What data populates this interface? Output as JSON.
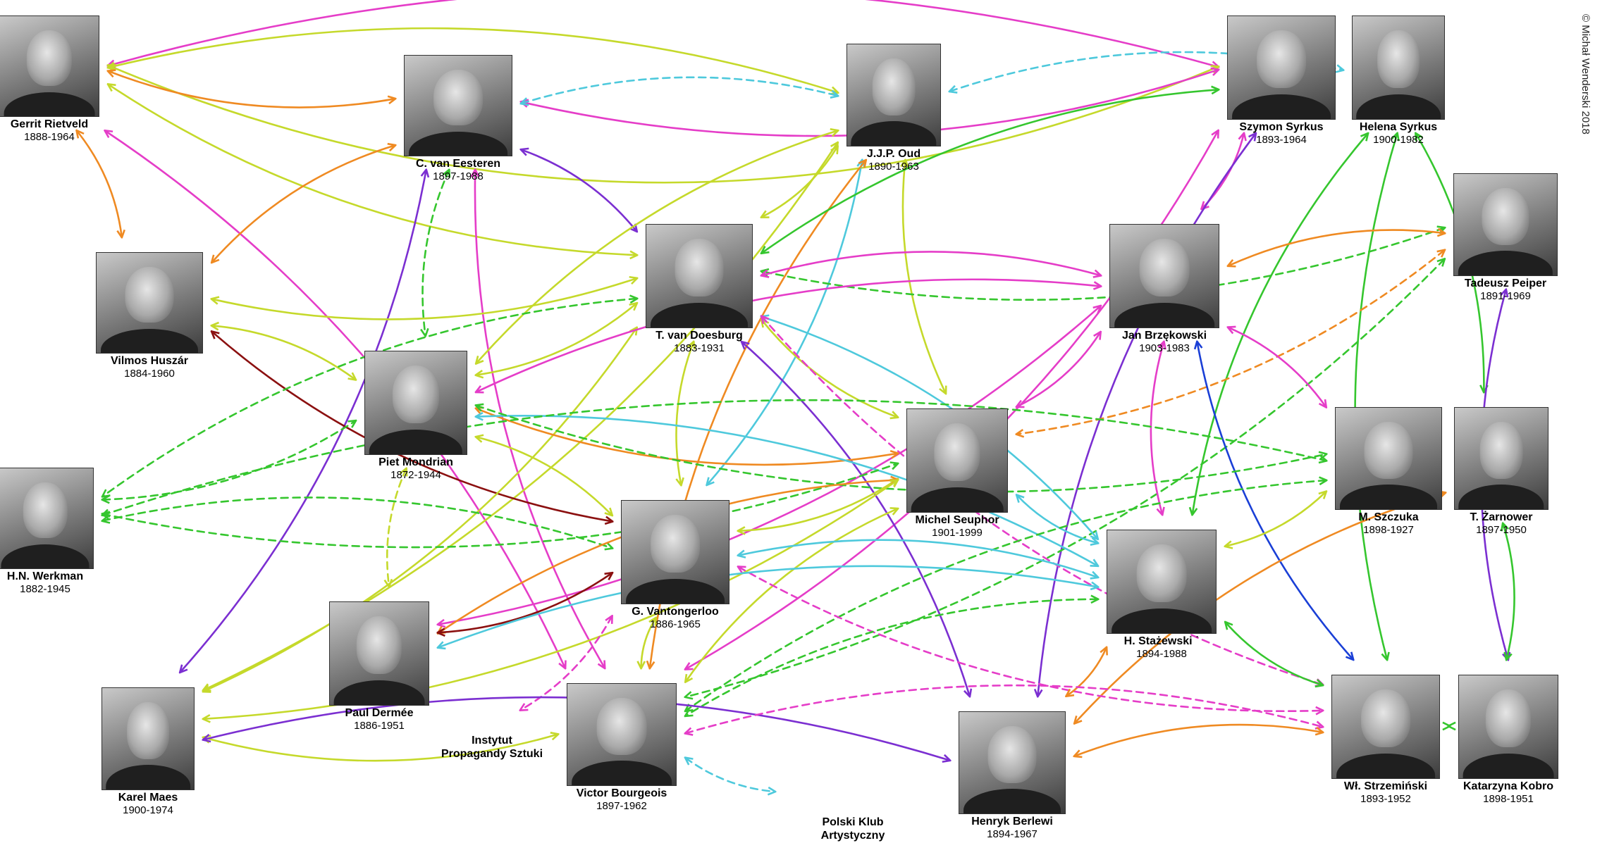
{
  "credit": "© Michał Wenderski 2018",
  "colors": {
    "magenta": "#e53dc8",
    "lime": "#c5d92b",
    "orange": "#ef8a22",
    "cyan": "#4ec9dc",
    "purple": "#7b2fd1",
    "green": "#35c62e",
    "darkred": "#8b1010",
    "blue": "#1a3fd6"
  },
  "people": [
    {
      "id": "rietveld",
      "name": "Gerrit Rietveld",
      "years": "1888-1964"
    },
    {
      "id": "eesteren",
      "name": "C. van Eesteren",
      "years": "1897-1988"
    },
    {
      "id": "oud",
      "name": "J.J.P. Oud",
      "years": "1890-1963"
    },
    {
      "id": "szymon",
      "name": "Szymon Syrkus",
      "years": "1893-1964"
    },
    {
      "id": "helena",
      "name": "Helena Syrkus",
      "years": "1900-1982"
    },
    {
      "id": "peiper",
      "name": "Tadeusz Peiper",
      "years": "1891-1969"
    },
    {
      "id": "huszar",
      "name": "Vilmos Huszár",
      "years": "1884-1960"
    },
    {
      "id": "doesburg",
      "name": "T. van Doesburg",
      "years": "1883-1931"
    },
    {
      "id": "brzekowski",
      "name": "Jan Brzękowski",
      "years": "1903-1983"
    },
    {
      "id": "mondrian",
      "name": "Piet Mondrian",
      "years": "1872-1944"
    },
    {
      "id": "werkman",
      "name": "H.N. Werkman",
      "years": "1882-1945"
    },
    {
      "id": "seuphor",
      "name": "Michel Seuphor",
      "years": "1901-1999"
    },
    {
      "id": "szczuka",
      "name": "M. Szczuka",
      "years": "1898-1927"
    },
    {
      "id": "zarnower",
      "name": "T. Żarnower",
      "years": "1897-1950"
    },
    {
      "id": "vantongerloo",
      "name": "G. Vantongerloo",
      "years": "1886-1965"
    },
    {
      "id": "stazewski",
      "name": "H. Stażewski ˙",
      "years": "1894-1988"
    },
    {
      "id": "dermee",
      "name": "Paul Dermée",
      "years": "1886-1951"
    },
    {
      "id": "maes",
      "name": "Karel Maes",
      "years": "1900-1974"
    },
    {
      "id": "bourgeois",
      "name": "Victor Bourgeois",
      "years": "1897-1962"
    },
    {
      "id": "berlewi",
      "name": "Henryk Berlewi",
      "years": "1894-1967"
    },
    {
      "id": "strzeminski",
      "name": "Wł. Strzemiński",
      "years": "1893-1952"
    },
    {
      "id": "kobro",
      "name": "Katarzyna Kobro",
      "years": "1898-1951"
    }
  ],
  "organizations": [
    {
      "id": "ips",
      "lines": [
        "Instytut",
        "Propagandy Sztuki"
      ]
    },
    {
      "id": "pka",
      "lines": [
        "Polski Klub",
        "Artystyczny"
      ]
    }
  ],
  "edges": [
    {
      "from": "rietveld",
      "to": "szymon",
      "color": "magenta",
      "style": "solid"
    },
    {
      "from": "rietveld",
      "to": "szymon",
      "color": "lime",
      "style": "solid"
    },
    {
      "from": "rietveld",
      "to": "oud",
      "color": "lime",
      "style": "solid"
    },
    {
      "from": "rietveld",
      "to": "eesteren",
      "color": "orange",
      "style": "solid"
    },
    {
      "from": "rietveld",
      "to": "huszar",
      "color": "orange",
      "style": "solid"
    },
    {
      "from": "rietveld",
      "to": "doesburg",
      "color": "lime",
      "style": "solid"
    },
    {
      "from": "rietveld",
      "to": "bourgeois",
      "color": "magenta",
      "style": "solid"
    },
    {
      "from": "eesteren",
      "to": "szymon",
      "color": "magenta",
      "style": "solid"
    },
    {
      "from": "eesteren",
      "to": "oud",
      "color": "cyan",
      "style": "dashed"
    },
    {
      "from": "eesteren",
      "to": "huszar",
      "color": "orange",
      "style": "solid"
    },
    {
      "from": "eesteren",
      "to": "doesburg",
      "color": "purple",
      "style": "solid"
    },
    {
      "from": "eesteren",
      "to": "mondrian",
      "color": "green",
      "style": "dashed"
    },
    {
      "from": "eesteren",
      "to": "maes",
      "color": "purple",
      "style": "solid"
    },
    {
      "from": "eesteren",
      "to": "bourgeois",
      "color": "magenta",
      "style": "solid"
    },
    {
      "from": "oud",
      "to": "helena",
      "color": "cyan",
      "style": "dashed"
    },
    {
      "from": "oud",
      "to": "mondrian",
      "color": "lime",
      "style": "solid"
    },
    {
      "from": "oud",
      "to": "doesburg",
      "color": "lime",
      "style": "solid"
    },
    {
      "from": "oud",
      "to": "seuphor",
      "color": "lime",
      "style": "solid"
    },
    {
      "from": "oud",
      "to": "vantongerloo",
      "color": "cyan",
      "style": "solid"
    },
    {
      "from": "oud",
      "to": "bourgeois",
      "color": "orange",
      "style": "solid"
    },
    {
      "from": "oud",
      "to": "maes",
      "color": "lime",
      "style": "solid"
    },
    {
      "from": "szymon",
      "to": "doesburg",
      "color": "green",
      "style": "solid"
    },
    {
      "from": "szymon",
      "to": "brzekowski",
      "color": "magenta",
      "style": "solid"
    },
    {
      "from": "szymon",
      "to": "berlewi",
      "color": "purple",
      "style": "solid"
    },
    {
      "from": "szymon",
      "to": "bourgeois",
      "color": "magenta",
      "style": "solid"
    },
    {
      "from": "helena",
      "to": "stazewski",
      "color": "green",
      "style": "solid"
    },
    {
      "from": "helena",
      "to": "zarnower",
      "color": "green",
      "style": "solid"
    },
    {
      "from": "helena",
      "to": "strzeminski",
      "color": "green",
      "style": "solid"
    },
    {
      "from": "peiper",
      "to": "doesburg",
      "color": "green",
      "style": "dashed"
    },
    {
      "from": "peiper",
      "to": "brzekowski",
      "color": "orange",
      "style": "solid"
    },
    {
      "from": "peiper",
      "to": "seuphor",
      "color": "orange",
      "style": "dashed"
    },
    {
      "from": "peiper",
      "to": "kobro",
      "color": "purple",
      "style": "solid"
    },
    {
      "from": "peiper",
      "to": "bourgeois",
      "color": "green",
      "style": "dashed"
    },
    {
      "from": "huszar",
      "to": "doesburg",
      "color": "lime",
      "style": "solid"
    },
    {
      "from": "huszar",
      "to": "mondrian",
      "color": "lime",
      "style": "solid"
    },
    {
      "from": "huszar",
      "to": "vantongerloo",
      "color": "darkred",
      "style": "solid"
    },
    {
      "from": "doesburg",
      "to": "brzekowski",
      "color": "magenta",
      "style": "solid"
    },
    {
      "from": "doesburg",
      "to": "seuphor",
      "color": "lime",
      "style": "solid"
    },
    {
      "from": "doesburg",
      "to": "stazewski",
      "color": "cyan",
      "style": "solid"
    },
    {
      "from": "doesburg",
      "to": "strzeminski",
      "color": "magenta",
      "style": "dashed"
    },
    {
      "from": "doesburg",
      "to": "berlewi",
      "color": "purple",
      "style": "solid"
    },
    {
      "from": "doesburg",
      "to": "werkman",
      "color": "green",
      "style": "dashed"
    },
    {
      "from": "doesburg",
      "to": "mondrian",
      "color": "lime",
      "style": "solid"
    },
    {
      "from": "doesburg",
      "to": "vantongerloo",
      "color": "lime",
      "style": "solid"
    },
    {
      "from": "doesburg",
      "to": "maes",
      "color": "lime",
      "style": "solid"
    },
    {
      "from": "brzekowski",
      "to": "mondrian",
      "color": "magenta",
      "style": "solid"
    },
    {
      "from": "brzekowski",
      "to": "seuphor",
      "color": "magenta",
      "style": "solid"
    },
    {
      "from": "brzekowski",
      "to": "stazewski",
      "color": "magenta",
      "style": "solid"
    },
    {
      "from": "brzekowski",
      "to": "szczuka",
      "color": "magenta",
      "style": "solid"
    },
    {
      "from": "brzekowski",
      "to": "strzeminski",
      "color": "blue",
      "style": "solid"
    },
    {
      "from": "brzekowski",
      "to": "dermee",
      "color": "magenta",
      "style": "solid"
    },
    {
      "from": "mondrian",
      "to": "seuphor",
      "color": "orange",
      "style": "solid"
    },
    {
      "from": "mondrian",
      "to": "stazewski",
      "color": "cyan",
      "style": "solid"
    },
    {
      "from": "mondrian",
      "to": "szczuka",
      "color": "green",
      "style": "dashed"
    },
    {
      "from": "mondrian",
      "to": "vantongerloo",
      "color": "lime",
      "style": "solid"
    },
    {
      "from": "mondrian",
      "to": "dermee",
      "color": "lime",
      "style": "dashed"
    },
    {
      "from": "werkman",
      "to": "szczuka",
      "color": "green",
      "style": "dashed"
    },
    {
      "from": "werkman",
      "to": "seuphor",
      "color": "green",
      "style": "dashed"
    },
    {
      "from": "werkman",
      "to": "vantongerloo",
      "color": "green",
      "style": "dashed"
    },
    {
      "from": "seuphor",
      "to": "stazewski",
      "color": "cyan",
      "style": "solid"
    },
    {
      "from": "seuphor",
      "to": "vantongerloo",
      "color": "lime",
      "style": "solid"
    },
    {
      "from": "seuphor",
      "to": "dermee",
      "color": "orange",
      "style": "solid"
    },
    {
      "from": "seuphor",
      "to": "maes",
      "color": "lime",
      "style": "solid"
    },
    {
      "from": "seuphor",
      "to": "bourgeois",
      "color": "lime",
      "style": "solid"
    },
    {
      "from": "szczuka",
      "to": "stazewski",
      "color": "lime",
      "style": "solid"
    },
    {
      "from": "szczuka",
      "to": "bourgeois",
      "color": "green",
      "style": "dashed"
    },
    {
      "from": "zarnower",
      "to": "kobro",
      "color": "green",
      "style": "solid"
    },
    {
      "from": "zarnower",
      "to": "berlewi",
      "color": "orange",
      "style": "solid"
    },
    {
      "from": "vantongerloo",
      "to": "stazewski",
      "color": "cyan",
      "style": "solid"
    },
    {
      "from": "vantongerloo",
      "to": "strzeminski",
      "color": "magenta",
      "style": "dashed"
    },
    {
      "from": "vantongerloo",
      "to": "dermee",
      "color": "darkred",
      "style": "solid"
    },
    {
      "from": "vantongerloo",
      "to": "bourgeois",
      "color": "lime",
      "style": "solid"
    },
    {
      "from": "vantongerloo",
      "to": "ips",
      "color": "magenta",
      "style": "dashed"
    },
    {
      "from": "stazewski",
      "to": "strzeminski",
      "color": "green",
      "style": "solid"
    },
    {
      "from": "stazewski",
      "to": "berlewi",
      "color": "orange",
      "style": "solid"
    },
    {
      "from": "stazewski",
      "to": "bourgeois",
      "color": "green",
      "style": "dashed"
    },
    {
      "from": "dermee",
      "to": "stazewski",
      "color": "cyan",
      "style": "solid"
    },
    {
      "from": "maes",
      "to": "bourgeois",
      "color": "lime",
      "style": "solid"
    },
    {
      "from": "maes",
      "to": "berlewi",
      "color": "purple",
      "style": "solid"
    },
    {
      "from": "bourgeois",
      "to": "pka",
      "color": "cyan",
      "style": "dashed"
    },
    {
      "from": "bourgeois",
      "to": "strzeminski",
      "color": "magenta",
      "style": "dashed"
    },
    {
      "from": "strzeminski",
      "to": "berlewi",
      "color": "orange",
      "style": "solid"
    },
    {
      "from": "kobro",
      "to": "strzeminski",
      "color": "green",
      "style": "solid"
    },
    {
      "from": "werkman",
      "to": "mondrian",
      "color": "green",
      "style": "dashed"
    }
  ]
}
